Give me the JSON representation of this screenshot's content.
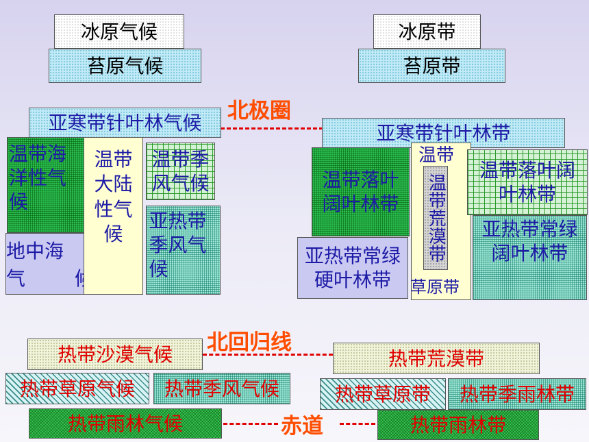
{
  "left": {
    "ice_climate": "冰原气候",
    "tundra_climate": "苔原气候",
    "subarctic_climate": "亚寒带针叶林气候",
    "temperate_maritime": "温带海洋性气候",
    "temperate_continental": "温带大陆性气候",
    "temperate_monsoon": "温带季风气候",
    "subtropical_monsoon": "亚热带季风气候",
    "mediterranean_a": "地中海",
    "mediterranean_b": "气",
    "mediterranean_c": "候",
    "tropical_desert_climate": "热带沙漠气候",
    "tropical_grassland_climate": "热带草原气候",
    "tropical_monsoon_climate": "热带季风气候",
    "tropical_rainforest_climate": "热带雨林气候"
  },
  "right": {
    "ice_zone": "冰原带",
    "tundra_zone": "苔原带",
    "taiga_zone": "亚寒带针叶林带",
    "temperate_broadleaf": "温带落叶阔叶林带",
    "temperate_top": "温带",
    "temperate_desert": "温带荒漠带",
    "temperate_grassland": "草原带",
    "temperate_deciduous_mixed": "温带落叶阔叶林带",
    "subtropical_evergreen": "亚热带常绿阔叶林带",
    "subtropical_sclerophyll": "亚热带常绿硬叶林带",
    "tropical_desert_zone": "热带荒漠带",
    "tropical_grassland_zone": "热带草原带",
    "tropical_monsoon_forest": "热带季雨林带",
    "tropical_rainforest_zone": "热带雨林带"
  },
  "lines": {
    "arctic_circle": "北极圈",
    "tropic_of_cancer": "北回归线",
    "equator": "赤道"
  }
}
